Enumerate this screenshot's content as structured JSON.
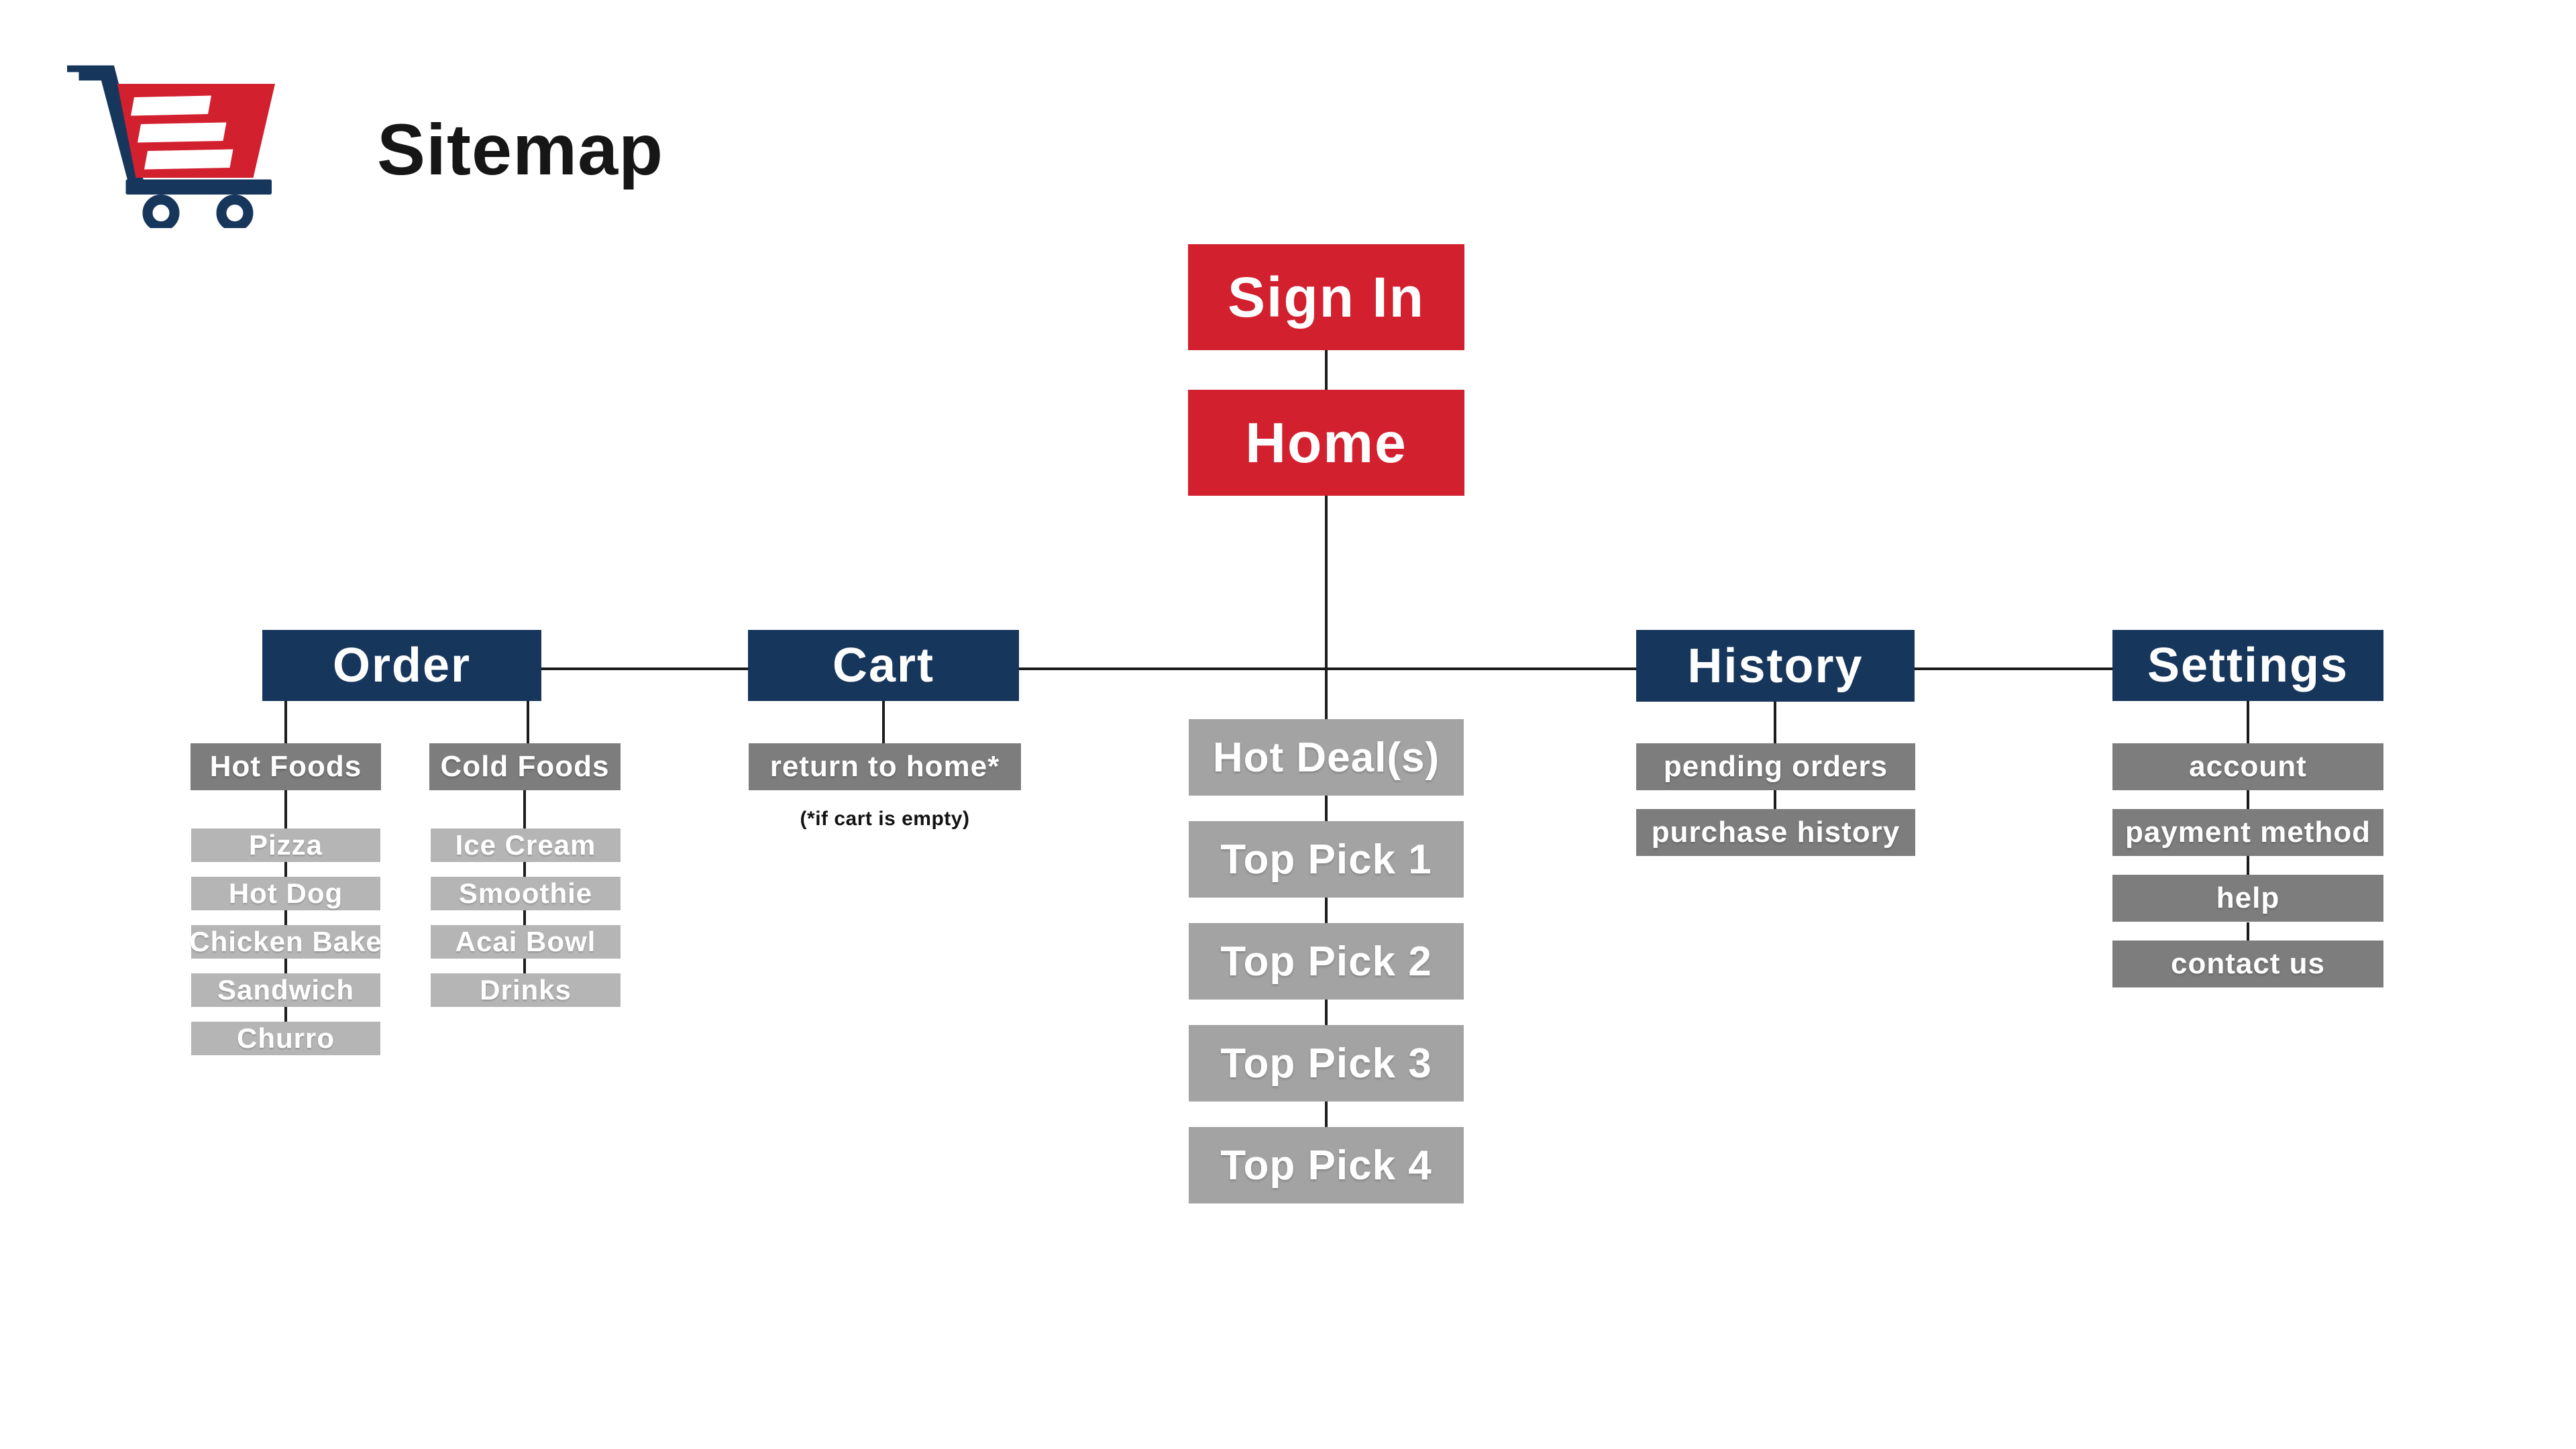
{
  "title": "Sitemap",
  "colors": {
    "red": "#d2202f",
    "navy": "#17365c",
    "gray_dark": "#7d7d7d",
    "gray_mid": "#a3a3a3",
    "gray_light": "#b5b5b5"
  },
  "root": {
    "sign_in": "Sign In",
    "home": "Home"
  },
  "sections": {
    "order": {
      "label": "Order"
    },
    "cart": {
      "label": "Cart",
      "child": "return to home*",
      "note": "(*if cart is empty)"
    },
    "history": {
      "label": "History",
      "children": [
        "pending orders",
        "purchase history"
      ]
    },
    "settings": {
      "label": "Settings",
      "children": [
        "account",
        "payment method",
        "help",
        "contact us"
      ]
    }
  },
  "order_groups": [
    {
      "label": "Hot Foods",
      "items": [
        "Pizza",
        "Hot Dog",
        "Chicken Bake",
        "Sandwich",
        "Churro"
      ]
    },
    {
      "label": "Cold Foods",
      "items": [
        "Ice Cream",
        "Smoothie",
        "Acai Bowl",
        "Drinks"
      ]
    }
  ],
  "home_children": [
    "Hot Deal(s)",
    "Top Pick 1",
    "Top Pick 2",
    "Top Pick 3",
    "Top Pick 4"
  ]
}
